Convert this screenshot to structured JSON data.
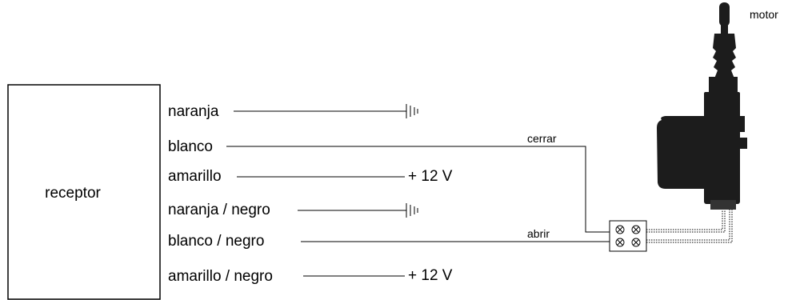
{
  "receptor": {
    "label": "receptor"
  },
  "wires": [
    {
      "label": "naranja",
      "end": "ground"
    },
    {
      "label": "blanco",
      "end": "cerrar"
    },
    {
      "label": "amarillo",
      "end": "+ 12 V"
    },
    {
      "label": "naranja / negro",
      "end": "ground"
    },
    {
      "label": "blanco / negro",
      "end": "abrir"
    },
    {
      "label": "amarillo / negro",
      "end": "+ 12 V"
    }
  ],
  "labels": {
    "cerrar": "cerrar",
    "abrir": "abrir",
    "plus12a": "+ 12 V",
    "plus12b": "+ 12 V",
    "motor": "motor"
  },
  "terminal": {
    "symbol": "⊗"
  },
  "colors": {
    "motor_body": "#1a1a1a",
    "line": "#000000"
  }
}
